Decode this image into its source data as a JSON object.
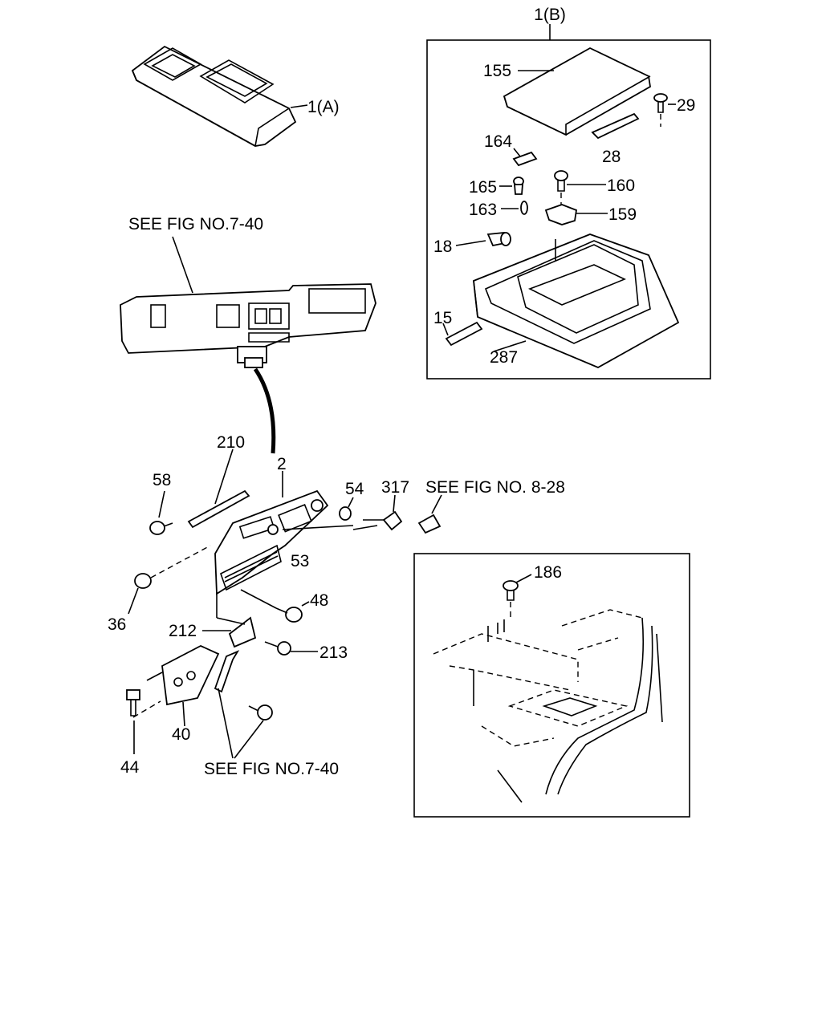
{
  "labels": {
    "p1a": "1(A)",
    "p1b": "1(B)",
    "p155": "155",
    "p29": "29",
    "p28": "28",
    "p164": "164",
    "p165": "165",
    "p160": "160",
    "p163": "163",
    "p159": "159",
    "p18": "18",
    "p15": "15",
    "p287": "287",
    "see740_top": "SEE FIG NO.7-40",
    "p210": "210",
    "p2": "2",
    "p58": "58",
    "p54": "54",
    "p317": "317",
    "see828": "SEE FIG NO. 8-28",
    "p53": "53",
    "p36": "36",
    "p48": "48",
    "p212": "212",
    "p213": "213",
    "p40": "40",
    "p44": "44",
    "see740_bottom": "SEE FIG NO.7-40",
    "p186": "186"
  }
}
